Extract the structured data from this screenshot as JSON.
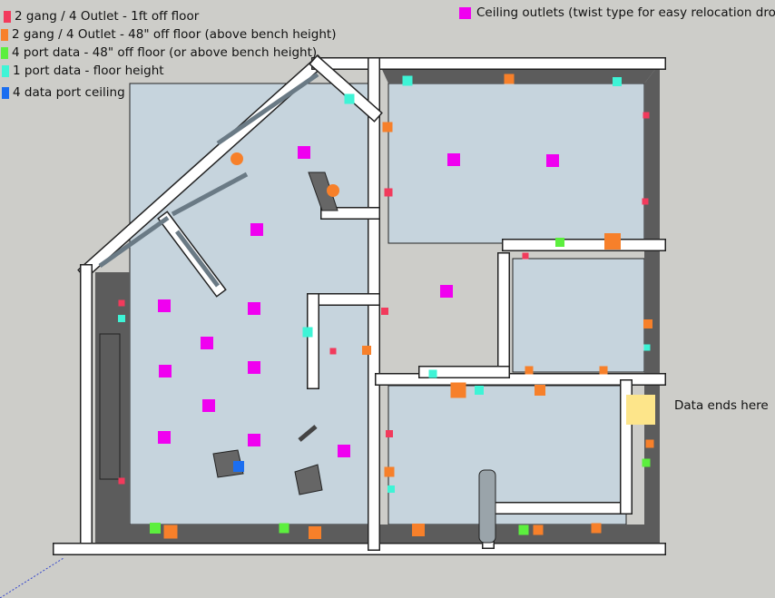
{
  "legend": [
    {
      "label": "2 gang / 4 Outlet - 1ft off floor",
      "color": "#f23a5c",
      "type": "outlet-low"
    },
    {
      "label": "2 gang / 4 Outlet - 48\" off floor (above bench height)",
      "color": "#f7802a",
      "type": "outlet-high"
    },
    {
      "label": "4 port data - 48\" off floor (or above bench height)",
      "color": "#5cef3e",
      "type": "data-4port"
    },
    {
      "label": "1 port data  - floor height",
      "color": "#3ef4d6",
      "type": "data-1port"
    },
    {
      "label": "4 data port ceiling",
      "color": "#1b6ef0",
      "type": "data-ceiling"
    }
  ],
  "ceiling_legend": {
    "label": "Ceiling outlets (twist type for easy relocation drop)",
    "color": "#f000f0",
    "type": "ceiling-outlet"
  },
  "annotation": {
    "label": "Data ends here",
    "marker_color": "#fde58a"
  },
  "colors": {
    "background": "#cdcdc9",
    "floor": "#c6d4dd",
    "wall_side": "#5c5c5c",
    "wall_top": "#ffffff"
  }
}
